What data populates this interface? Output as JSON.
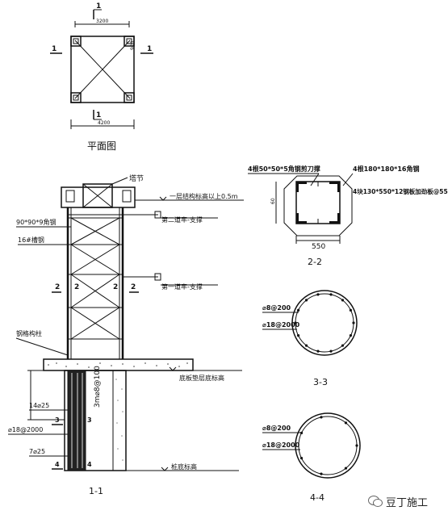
{
  "plan": {
    "title": "平面图",
    "section_mark": "1",
    "dim_top": "3200",
    "dim_side": "900",
    "dim_bottom": "4200"
  },
  "elevation": {
    "title": "1-1",
    "labels": {
      "tower_section": "塔节",
      "floor_level_note": "一层结构标高以上0.5m",
      "angle_steel": "90*90*9角钢",
      "channel_steel": "16#槽钢",
      "tie_second": "第二道牢-支撑",
      "tie_first": "第一道牢-支撑",
      "lattice_column": "钢格构柱",
      "raft_bottom": "底板垫层底标高",
      "pile_bottom": "桩底标高",
      "rebar_14": "14⌀25",
      "rebar_7": "7⌀25",
      "spiral": "⌀18@2000",
      "pile_depth": "3m⌀8@100",
      "sec2": "2",
      "sec3": "3",
      "sec4": "4"
    }
  },
  "section22": {
    "title": "2-2",
    "label_angle": "4根50*50*5角钢剪刀撑",
    "label_corner": "4根180*180*16角钢",
    "label_plate": "4块130*550*12钢板加劲板@550",
    "dim_width": "550",
    "dim_side": "60"
  },
  "section33": {
    "title": "3-3",
    "stirrup": "⌀8@200",
    "spiral": "⌀18@2000"
  },
  "section44": {
    "title": "4-4",
    "stirrup": "⌀8@200",
    "spiral": "⌀18@2000"
  },
  "watermark": {
    "text": "豆丁施工"
  }
}
